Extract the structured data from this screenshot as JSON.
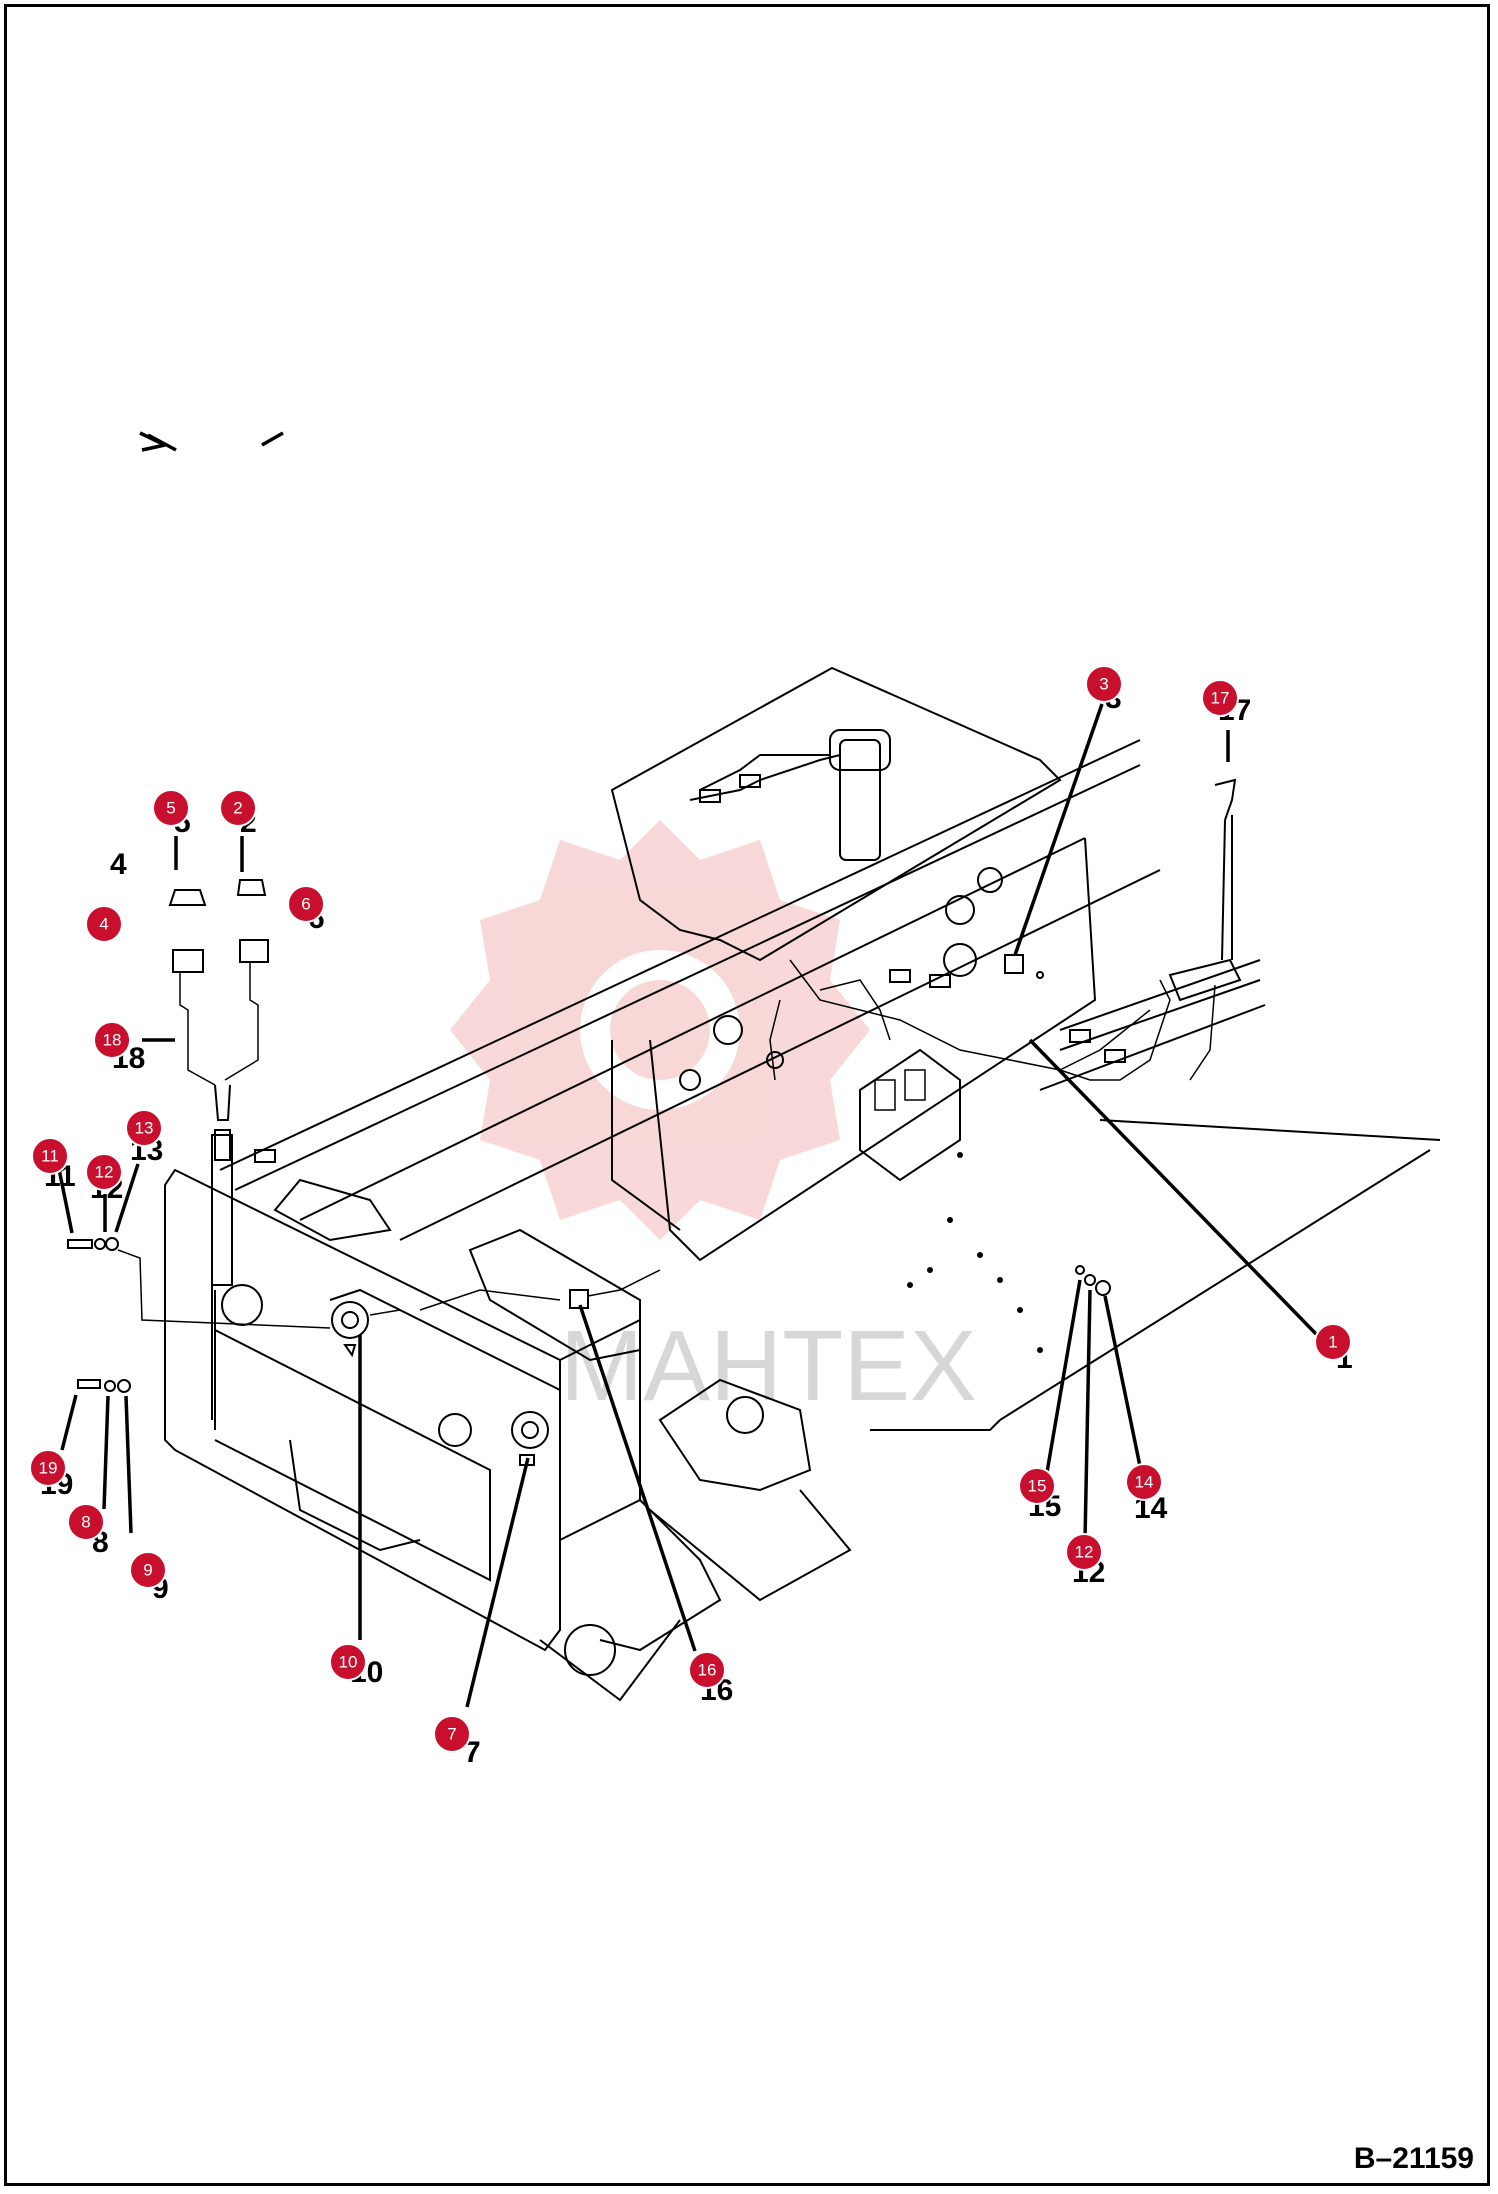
{
  "diagram": {
    "drawing_number": "B–21159",
    "watermark_text": "MAHTEX",
    "colors": {
      "badge": "#c8102e",
      "watermark": "#f3b8b8",
      "line": "#000000"
    },
    "callouts": [
      "1",
      "2",
      "3",
      "4",
      "5",
      "6",
      "7",
      "8",
      "9",
      "10",
      "11",
      "12",
      "13",
      "14",
      "15",
      "16",
      "17",
      "18",
      "19"
    ]
  }
}
